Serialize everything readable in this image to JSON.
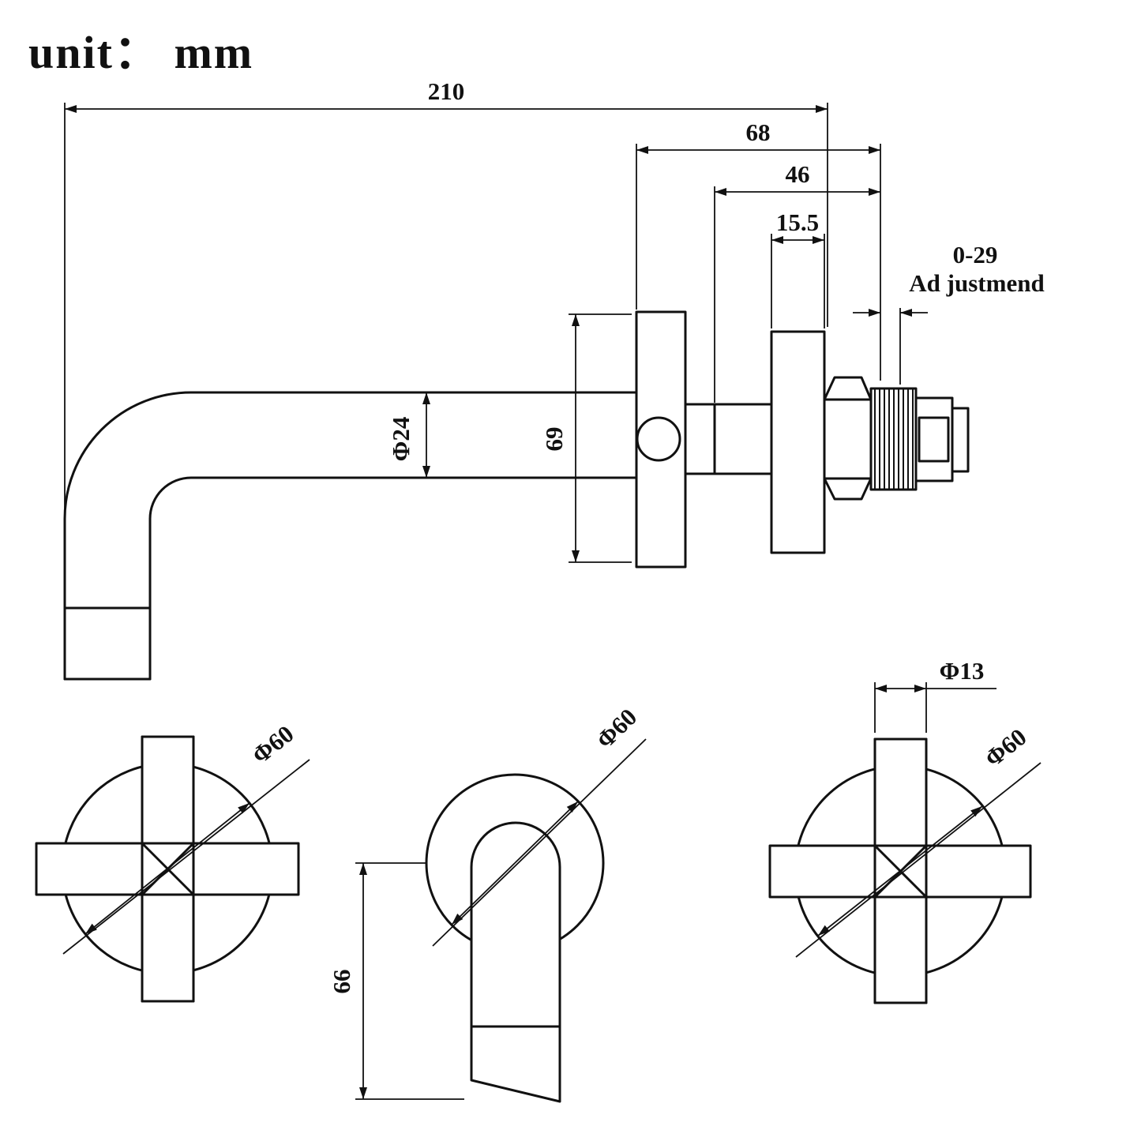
{
  "meta": {
    "unit_label": "unit： mm"
  },
  "colors": {
    "line": "#111111",
    "background": "#ffffff"
  },
  "side_view": {
    "dims": {
      "total_length": "210",
      "body_length": "68",
      "concealed_length": "46",
      "escutcheon_thickness": "15.5",
      "adjust_range": "0-29",
      "adjust_text": "Ad justmend",
      "spout_diameter": "Φ24",
      "escutcheon_height": "69"
    }
  },
  "front_views": {
    "left_handle_diameter": "Φ60",
    "spout_plate_diameter": "Φ60",
    "right_handle_diameter": "Φ60",
    "stem_diameter": "Φ13",
    "spout_drop": "66"
  }
}
